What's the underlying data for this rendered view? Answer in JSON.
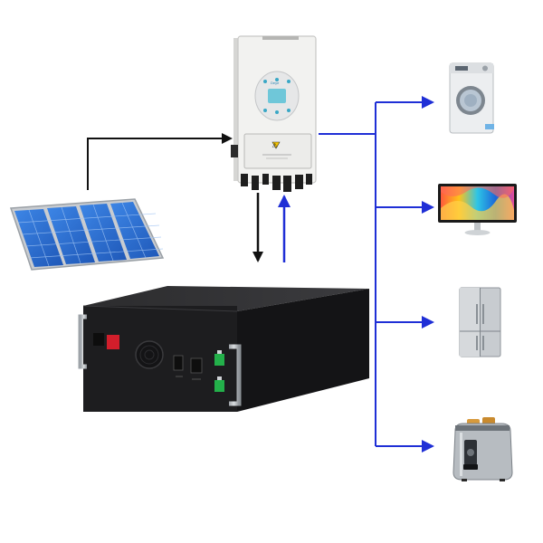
{
  "diagram": {
    "components": {
      "solar_panel": {
        "icon": "solar-panel-icon"
      },
      "inverter": {
        "icon": "inverter-icon",
        "display_brand": "Deye",
        "warning_symbol": "⚠"
      },
      "battery": {
        "icon": "battery-pack-icon"
      },
      "appliances": [
        {
          "name": "washing-machine",
          "icon": "washing-machine-icon"
        },
        {
          "name": "monitor",
          "icon": "monitor-icon"
        },
        {
          "name": "refrigerator",
          "icon": "refrigerator-icon"
        },
        {
          "name": "toaster",
          "icon": "toaster-icon"
        }
      ]
    },
    "connections": [
      {
        "from": "solar_panel",
        "to": "inverter",
        "color": "#111111"
      },
      {
        "from": "inverter",
        "to": "battery",
        "color": "#111111"
      },
      {
        "from": "battery",
        "to": "inverter",
        "color": "#1f2fd6"
      },
      {
        "from": "inverter",
        "to": "washing-machine",
        "color": "#1f2fd6"
      },
      {
        "from": "inverter",
        "to": "monitor",
        "color": "#1f2fd6"
      },
      {
        "from": "inverter",
        "to": "refrigerator",
        "color": "#1f2fd6"
      },
      {
        "from": "inverter",
        "to": "toaster",
        "color": "#1f2fd6"
      }
    ],
    "colors": {
      "power_line": "#111111",
      "load_line": "#1f2fd6",
      "battery_body": "#1d1d1f",
      "solar_cell": "#2a6fd0",
      "inverter_body": "#f2f2f0",
      "inverter_display": "#6fc7d9"
    }
  }
}
